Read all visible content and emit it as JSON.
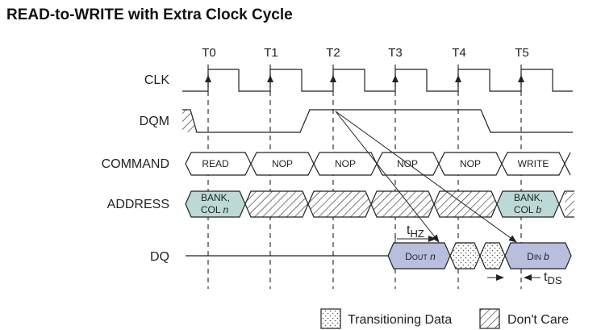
{
  "title": "READ-to-WRITE with Extra Clock Cycle",
  "ticks": [
    "T0",
    "T1",
    "T2",
    "T3",
    "T4",
    "T5"
  ],
  "signals": {
    "clk": "CLK",
    "dqm": "DQM",
    "command": "COMMAND",
    "address": "ADDRESS",
    "dq": "DQ"
  },
  "commands": [
    "READ",
    "NOP",
    "NOP",
    "NOP",
    "NOP",
    "WRITE"
  ],
  "address": {
    "bank_line": "BANK,",
    "col_prefix": "COL",
    "col_read": "n",
    "col_write": "b"
  },
  "dq": {
    "dout_main": "D",
    "dout_sub": "OUT",
    "dout_var": "n",
    "din_main": "D",
    "din_sub": "IN",
    "din_var": "b"
  },
  "timing": {
    "thz_t": "t",
    "thz_sub": "HZ",
    "tds_t": "t",
    "tds_sub": "DS"
  },
  "legend": {
    "transitioning": "Transitioning Data",
    "dont_care": "Don't Care"
  },
  "colors": {
    "valid_fill": "#bcd9d6",
    "data_fill": "#b9bedf",
    "line": "#222222"
  }
}
